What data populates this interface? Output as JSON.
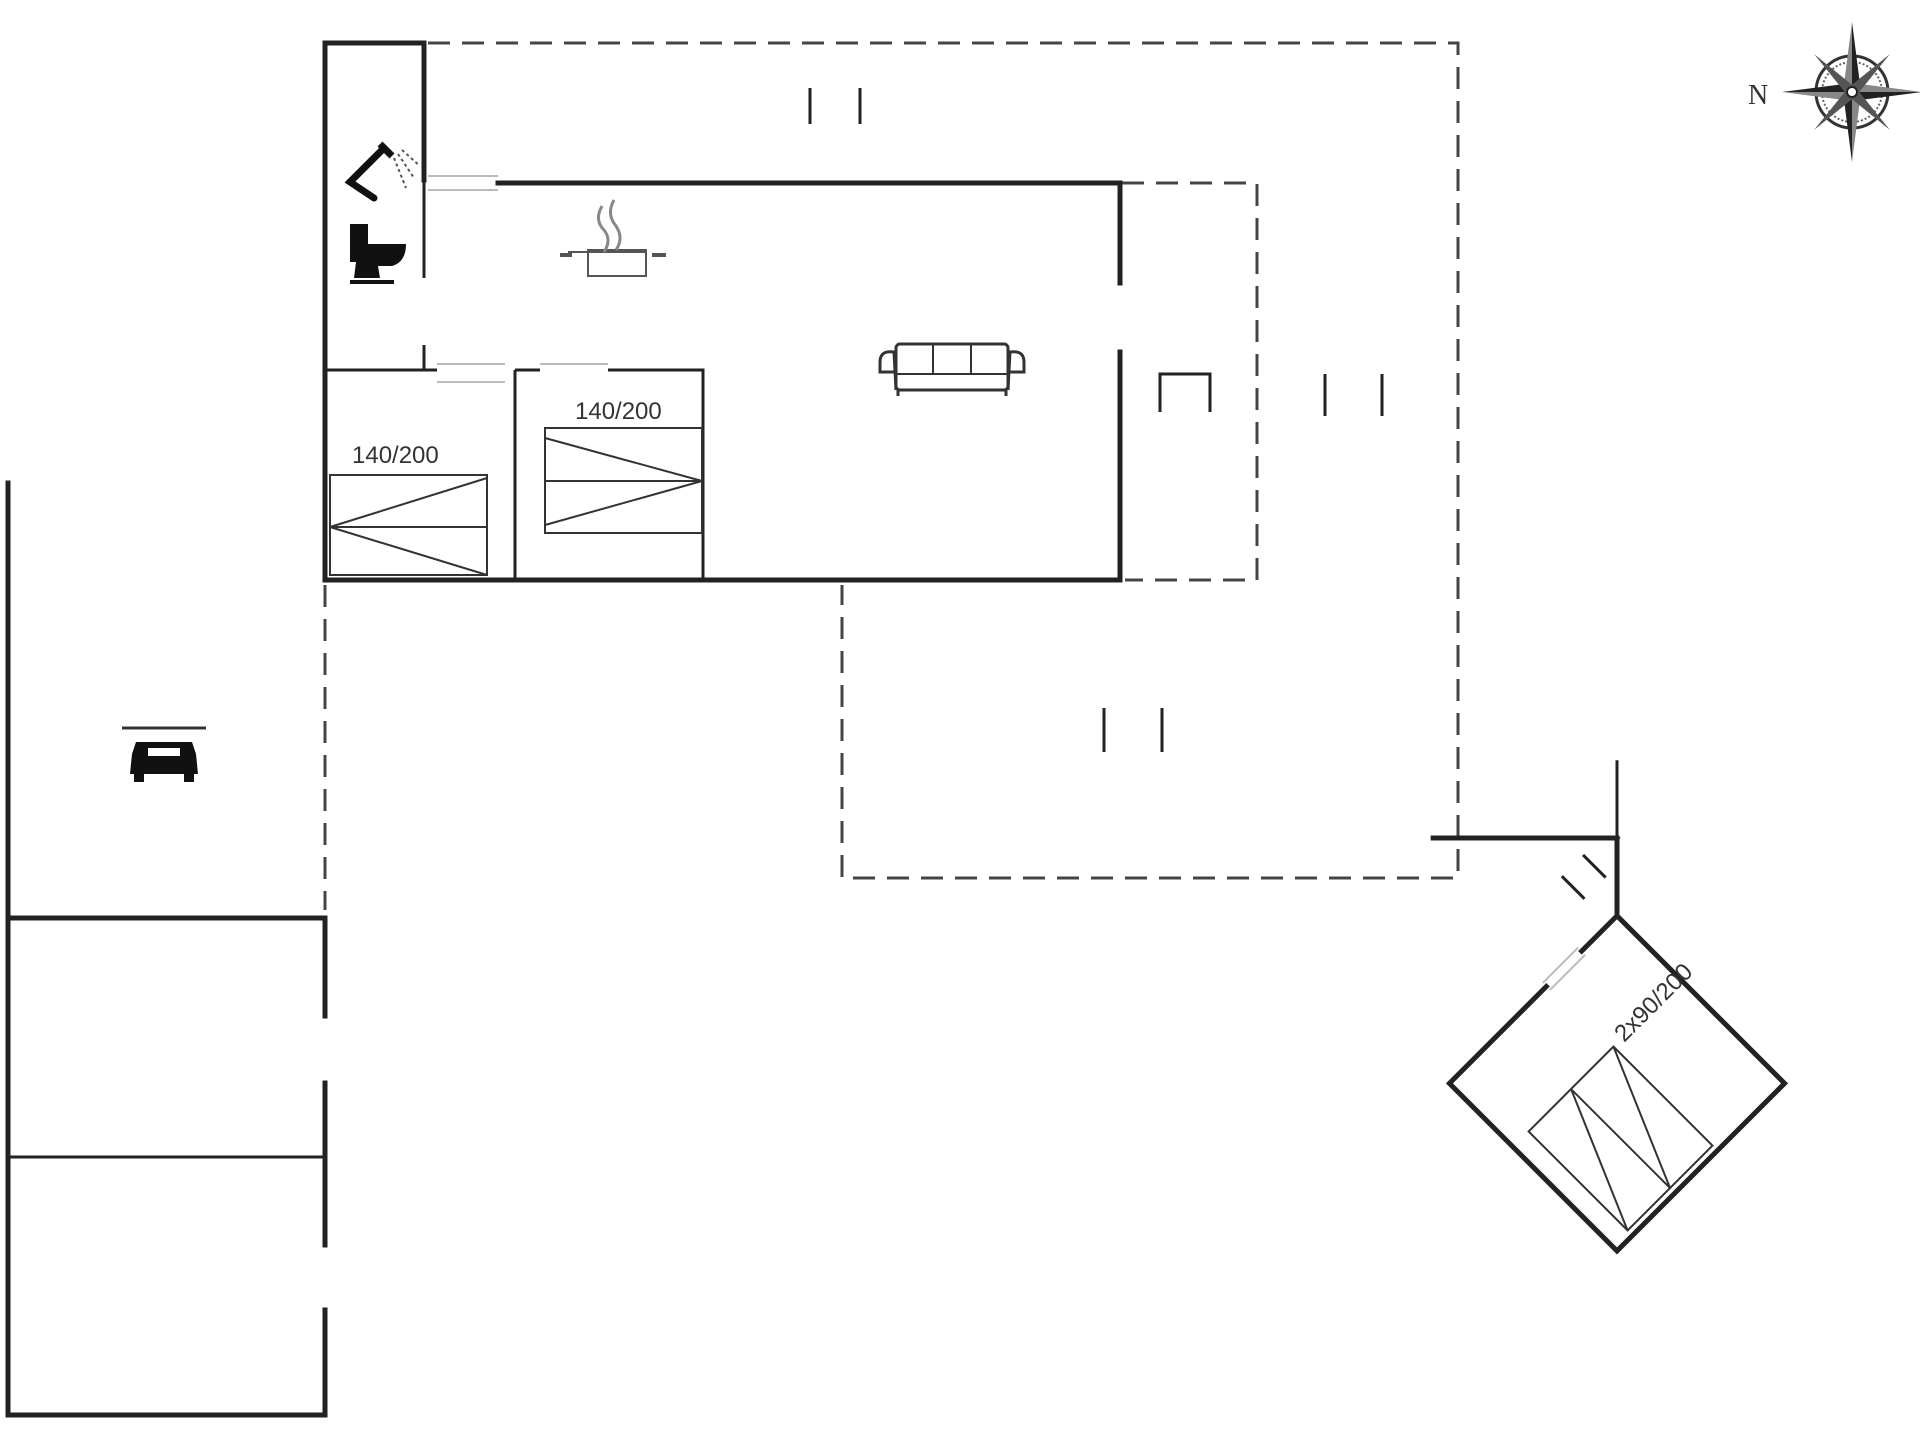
{
  "compass": {
    "north_label": "N"
  },
  "beds": [
    {
      "id": "bed-left",
      "label": "140/200"
    },
    {
      "id": "bed-middle",
      "label": "140/200"
    },
    {
      "id": "bed-annex",
      "label": "2x90/200"
    }
  ],
  "icons": [
    "shower-icon",
    "toilet-icon",
    "cooking-pot-icon",
    "sofa-icon",
    "car-icon",
    "compass-rose-icon",
    "table-icon"
  ],
  "colors": {
    "wall": "#222222",
    "terrace": "#444444",
    "background": "#ffffff"
  }
}
